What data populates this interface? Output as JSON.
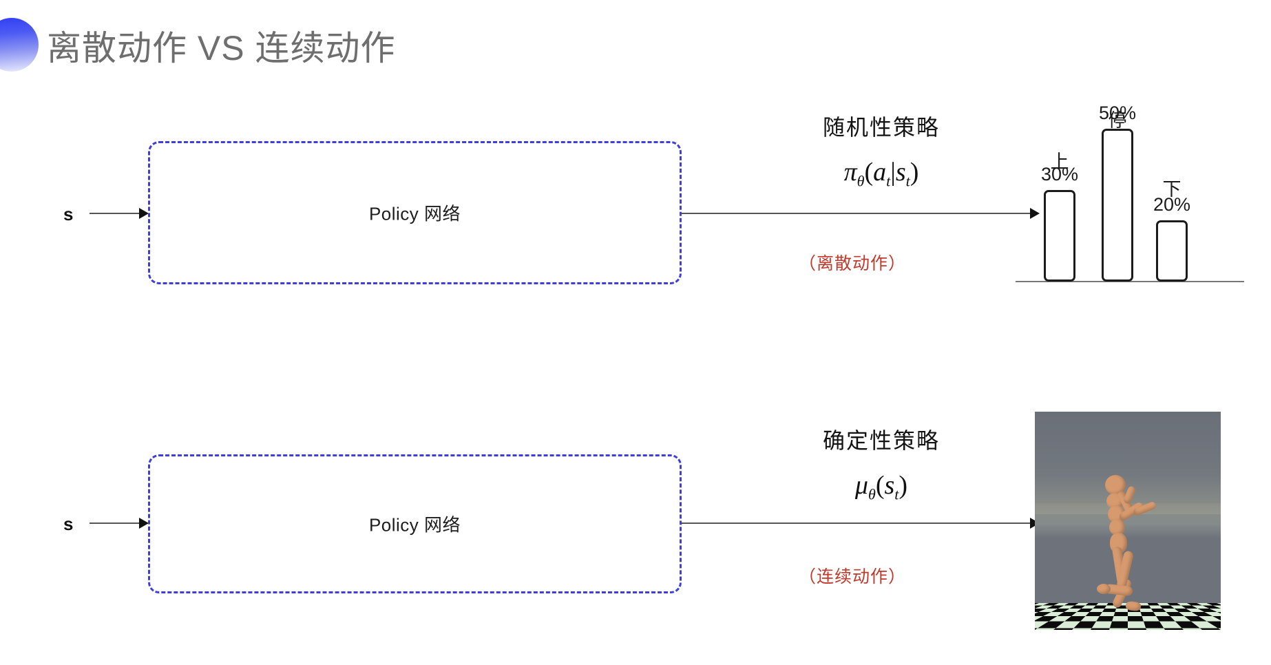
{
  "slide": {
    "title": "离散动作 VS 连续动作",
    "accent_color": "#3d3de0",
    "title_color": "#6e6e6e",
    "red_color": "#c0392b"
  },
  "rows": [
    {
      "input_label": "s",
      "box_label": "Policy 网络",
      "caption_title": "随机性策略",
      "formula_plain": "πθ(at|st)",
      "note": "（离散动作）"
    },
    {
      "input_label": "s",
      "box_label": "Policy 网络",
      "caption_title": "确定性策略",
      "formula_plain": "μθ(st)",
      "note": "（连续动作）"
    }
  ],
  "chart_data": {
    "type": "bar",
    "title": "",
    "categories": [
      "上",
      "停",
      "下"
    ],
    "values": [
      30,
      50,
      20
    ],
    "value_labels": [
      "30%",
      "50%",
      "20%"
    ],
    "xlabel": "",
    "ylabel": "",
    "ylim": [
      0,
      60
    ],
    "grid": false,
    "legend": false,
    "bar_style": {
      "fill": "#ffffff",
      "stroke": "#1b1b1b"
    }
  },
  "sim_image": {
    "alt": "humanoid-robot-on-checkerboard-floor",
    "sky_color": "#6e737b",
    "floor_light": "#d8ecd6",
    "floor_dark": "#0b0b0b",
    "body_color": "#d79a6e"
  }
}
